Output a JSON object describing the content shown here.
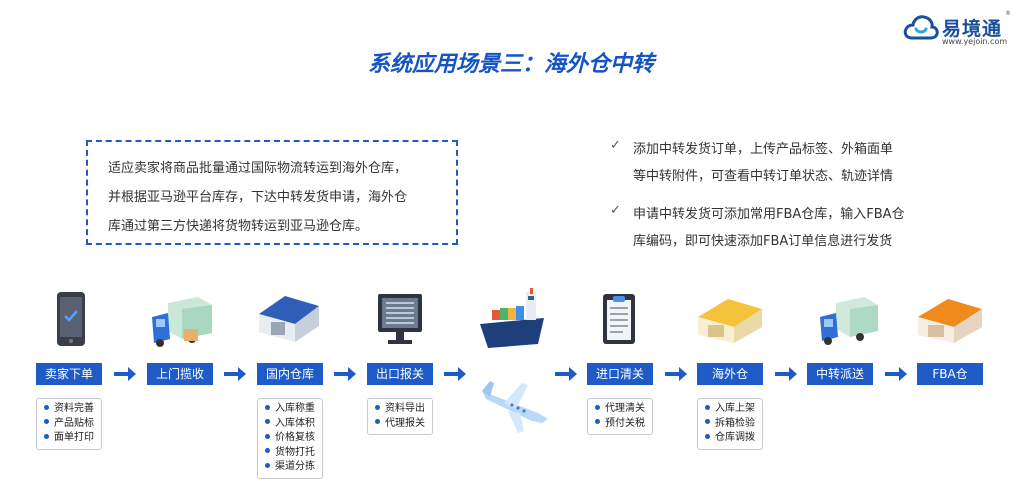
{
  "logo": {
    "name": "易境通",
    "reg": "®",
    "url": "www.yejoin.com"
  },
  "title": "系统应用场景三：海外仓中转",
  "description_lines": [
    "适应卖家将商品批量通过国际物流转运到海外仓库，",
    "并根据亚马逊平台库存，下达中转发货申请，海外仓",
    "库通过第三方快递将货物转运到亚马逊仓库。"
  ],
  "bullets": [
    {
      "check": "✓",
      "lines": [
        "添加中转发货订单，上传产品标签、外箱面单",
        "等中转附件，可查看中转订单状态、轨迹详情"
      ]
    },
    {
      "check": "✓",
      "lines": [
        "申请中转发货可添加常用FBA仓库，输入FBA仓",
        "库编码，即可快速添加FBA订单信息进行发货"
      ]
    }
  ],
  "steps": [
    {
      "label": "卖家下单",
      "icon": "phone-icon",
      "subs": [
        "资料完善",
        "产品贴标",
        "面单打印"
      ]
    },
    {
      "label": "上门揽收",
      "icon": "delivery-truck-icon",
      "subs": []
    },
    {
      "label": "国内仓库",
      "icon": "warehouse-icon",
      "subs": [
        "入库称重",
        "入库体积",
        "价格复核",
        "货物打托",
        "渠道分拣"
      ]
    },
    {
      "label": "出口报关",
      "icon": "computer-monitor-icon",
      "subs": [
        "资料导出",
        "代理报关"
      ]
    },
    {
      "label": "",
      "icon": "cargo-ship-icon",
      "subs": []
    },
    {
      "label": "进口清关",
      "icon": "document-icon",
      "subs": [
        "代理清关",
        "预付关税"
      ]
    },
    {
      "label": "海外仓",
      "icon": "overseas-warehouse-icon",
      "subs": [
        "入库上架",
        "拆箱检验",
        "仓库调拨"
      ]
    },
    {
      "label": "中转派送",
      "icon": "transfer-truck-icon",
      "subs": []
    },
    {
      "label": "FBA仓",
      "icon": "fba-warehouse-icon",
      "subs": []
    }
  ],
  "extra_icons": [
    "airplane-icon"
  ],
  "colors": {
    "primary": "#1e5bc6",
    "title": "#1554c4",
    "orange": "#f08a1c",
    "yellow": "#f2c94c"
  }
}
